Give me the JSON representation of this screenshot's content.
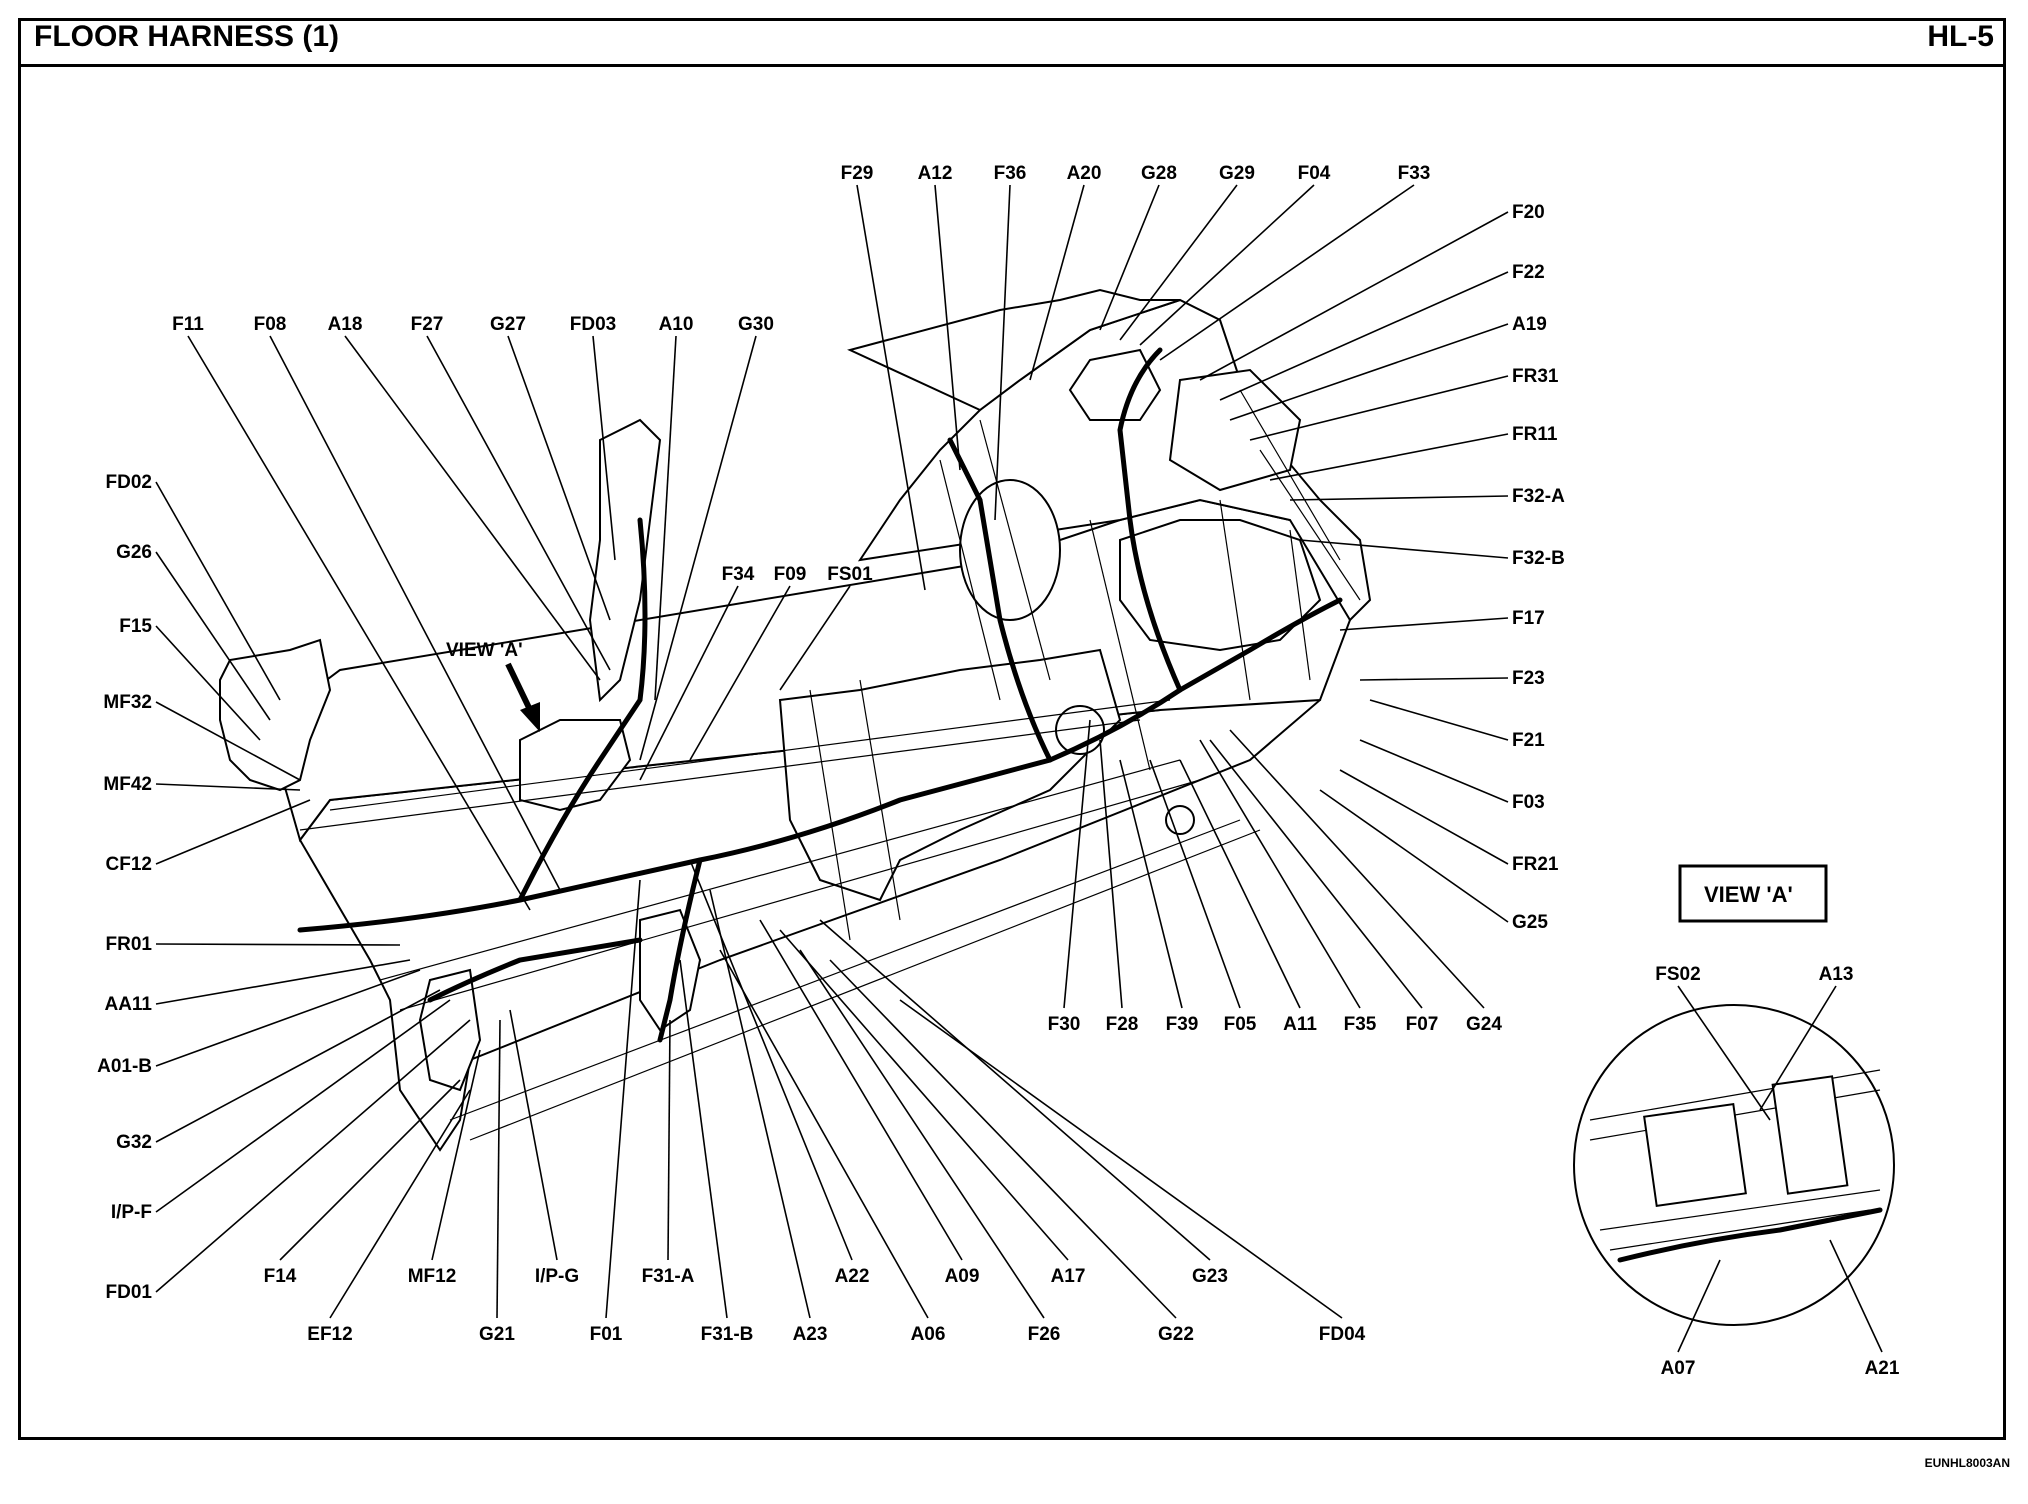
{
  "header": {
    "title": "FLOOR HARNESS (1)",
    "code": "HL-5"
  },
  "footer": {
    "figure_id": "EUNHL8003AN"
  },
  "main_view": {
    "labels": [
      "F29",
      "A12",
      "F36",
      "A20",
      "G28",
      "G29",
      "F04",
      "F33",
      "F20",
      "F22",
      "A19",
      "FR31",
      "FR11",
      "F32-A",
      "F32-B",
      "F17",
      "F23",
      "F21",
      "F03",
      "FR21",
      "G25",
      "F11",
      "F08",
      "A18",
      "F27",
      "G27",
      "FD03",
      "A10",
      "G30",
      "FD02",
      "G26",
      "F15",
      "MF32",
      "MF42",
      "CF12",
      "FR01",
      "AA11",
      "A01-B",
      "G32",
      "I/P-F",
      "FD01",
      "F14",
      "EF12",
      "MF12",
      "G21",
      "I/P-G",
      "F01",
      "F31-A",
      "F31-B",
      "A22",
      "A23",
      "A09",
      "A06",
      "A17",
      "F26",
      "G23",
      "G22",
      "FD04",
      "F34",
      "F09",
      "FS01",
      "F30",
      "F28",
      "F39",
      "F05",
      "A11",
      "F35",
      "F07",
      "G24"
    ],
    "view_arrow_label": "VIEW 'A'"
  },
  "inset": {
    "title": "VIEW 'A'",
    "labels": [
      "FS02",
      "A13",
      "A07",
      "A21"
    ]
  }
}
